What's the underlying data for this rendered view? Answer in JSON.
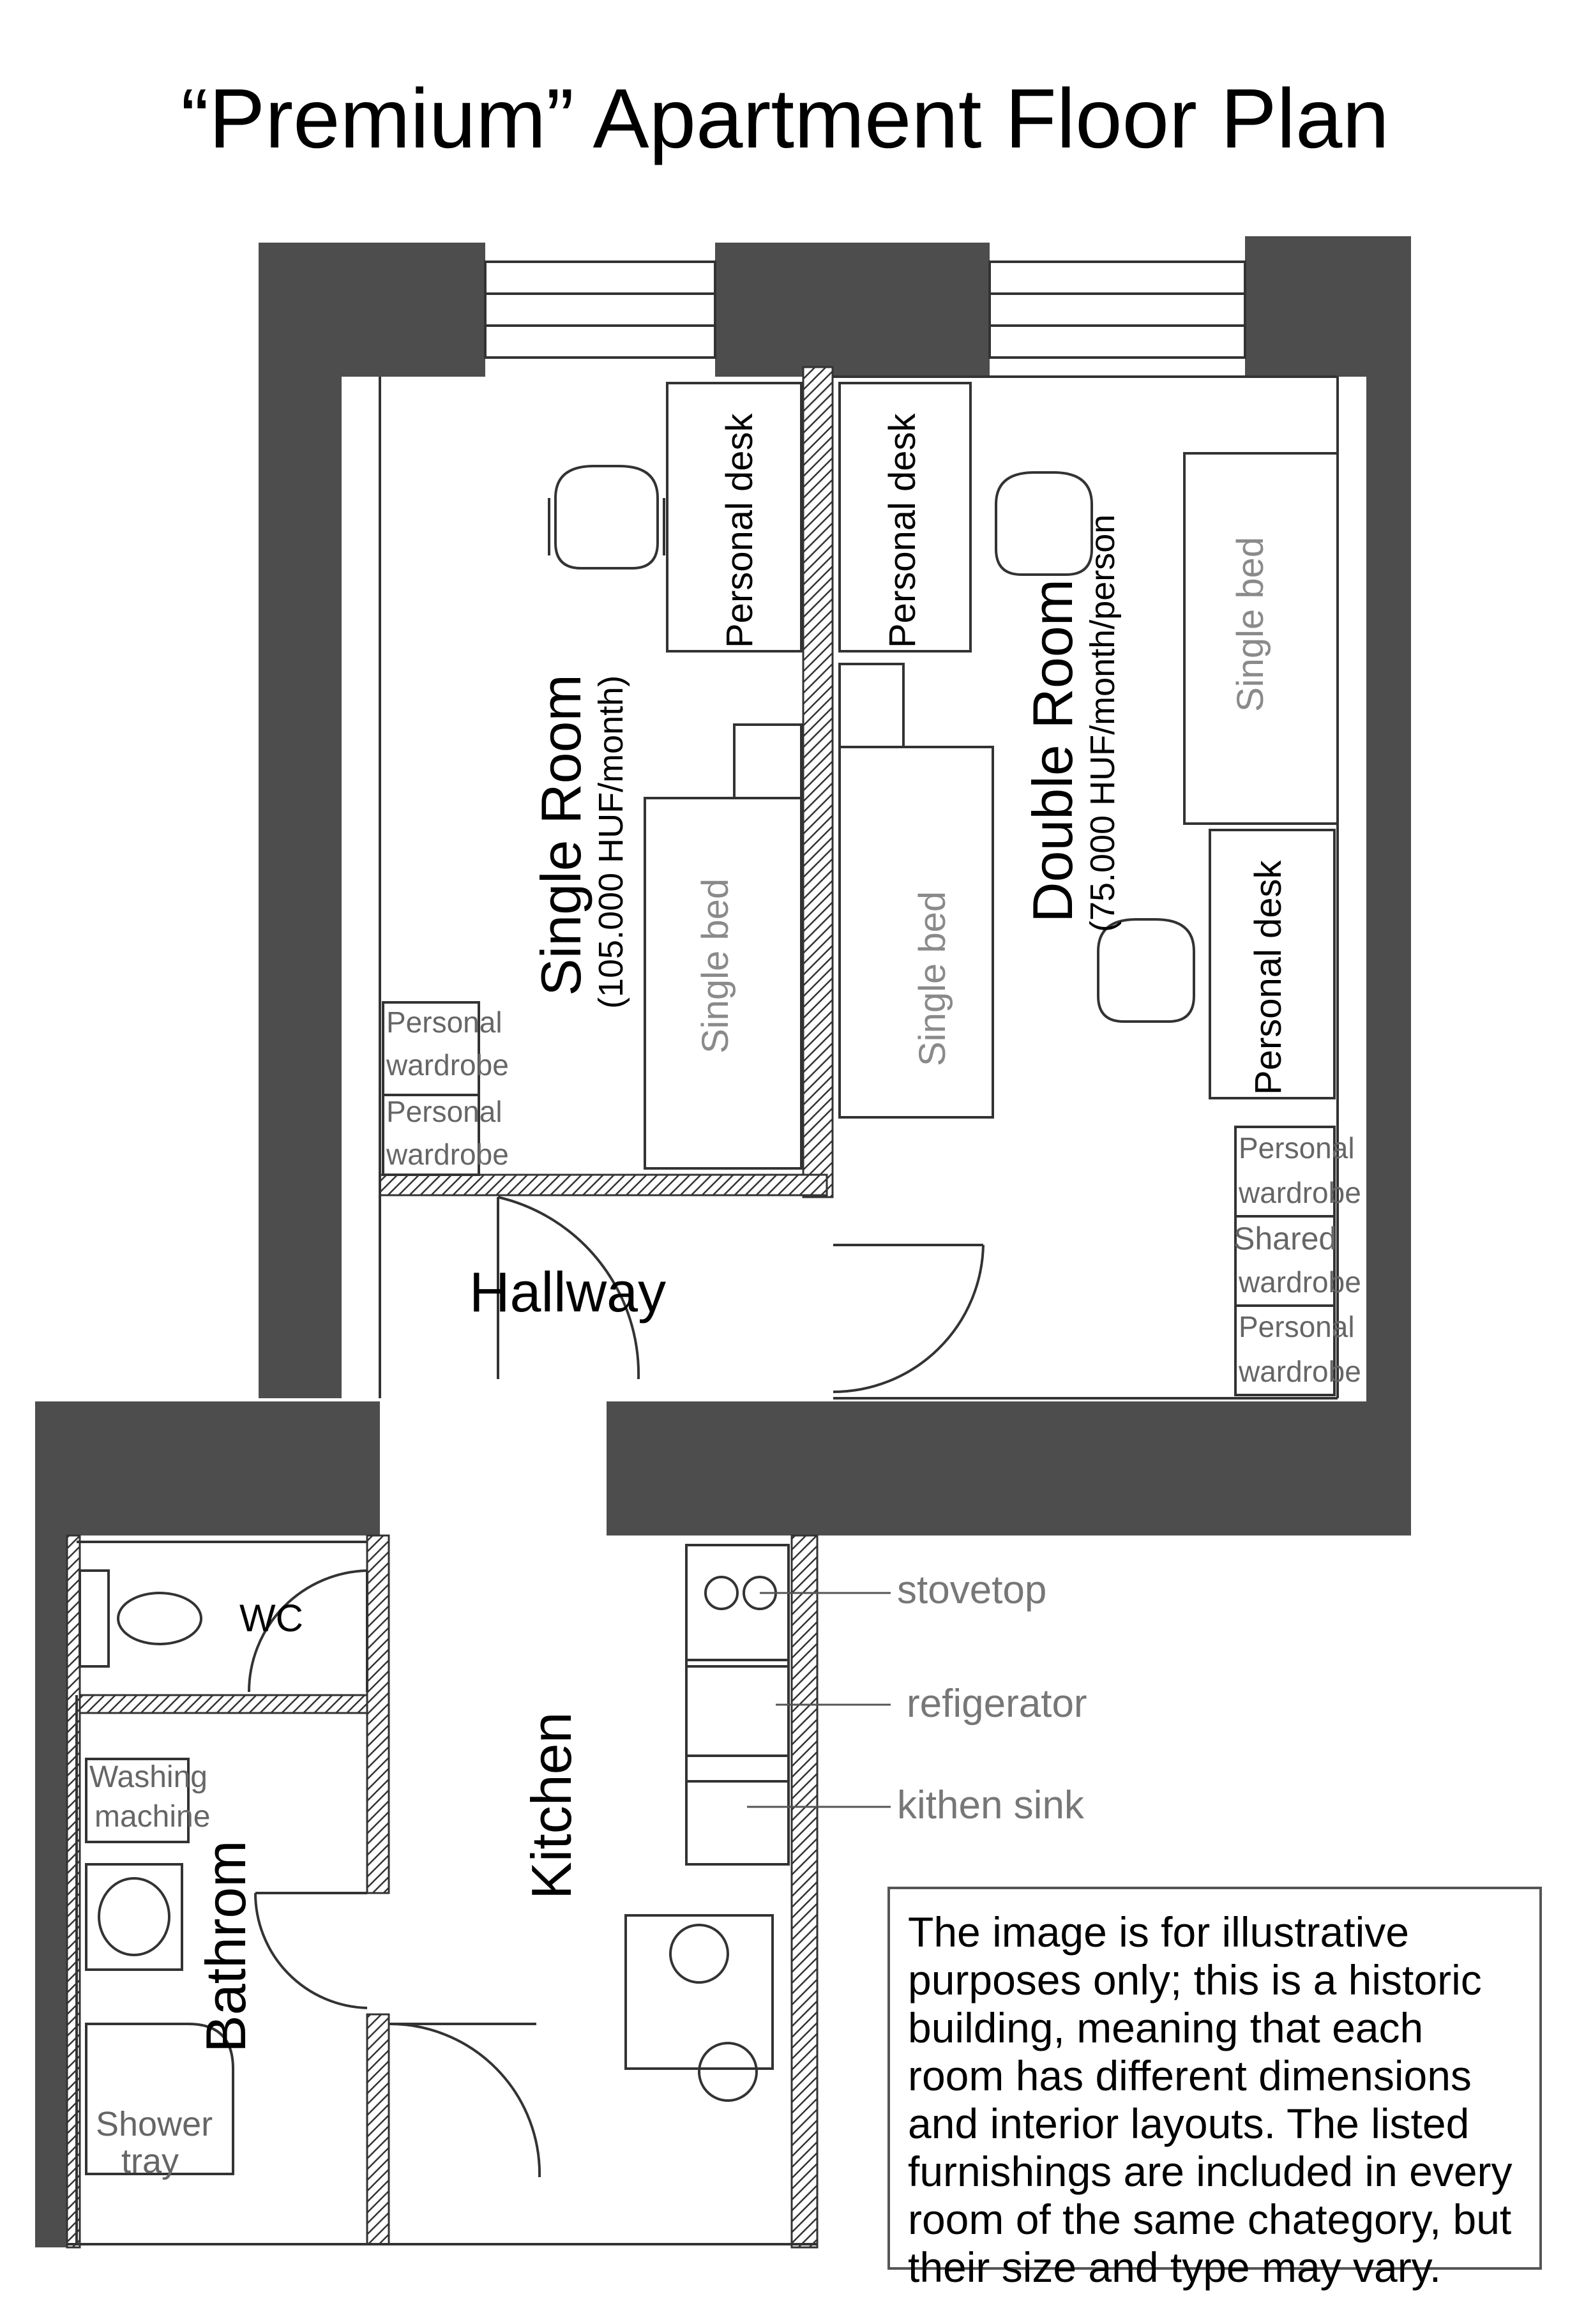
{
  "title": "“Premium” Apartment Floor Plan",
  "rooms": {
    "single_room": {
      "name": "Single Room",
      "price": "(105.000 HUF/month)"
    },
    "double_room": {
      "name": "Double Room",
      "price": "(75.000 HUF/month/person"
    },
    "hallway": "Hallway",
    "kitchen": "Kitchen",
    "bathroom": "Bathrom",
    "wc": "WC"
  },
  "furniture": {
    "personal_desk": "Personal desk",
    "single_bed": "Single bed",
    "personal_wardrobe": [
      "Personal",
      "wardrobe"
    ],
    "shared_wardrobe": [
      "Shared",
      "wardrobe"
    ],
    "washing_machine": [
      "Washing",
      "machine"
    ],
    "shower_tray": [
      "Shower",
      "tray"
    ]
  },
  "appliances": {
    "stovetop": "stovetop",
    "refrigerator": "refigerator",
    "kitchen_sink": "kithen sink"
  },
  "note": "The image is for illustrative purposes only; this is a historic building, meaning that each room has different dimensions and interior layouts. The listed furnishings are included in every room of the same chategory, but their size and type may vary.",
  "colors": {
    "wall": "#4d4d4d",
    "line": "#333333",
    "label_gray": "#8a8a8a"
  }
}
